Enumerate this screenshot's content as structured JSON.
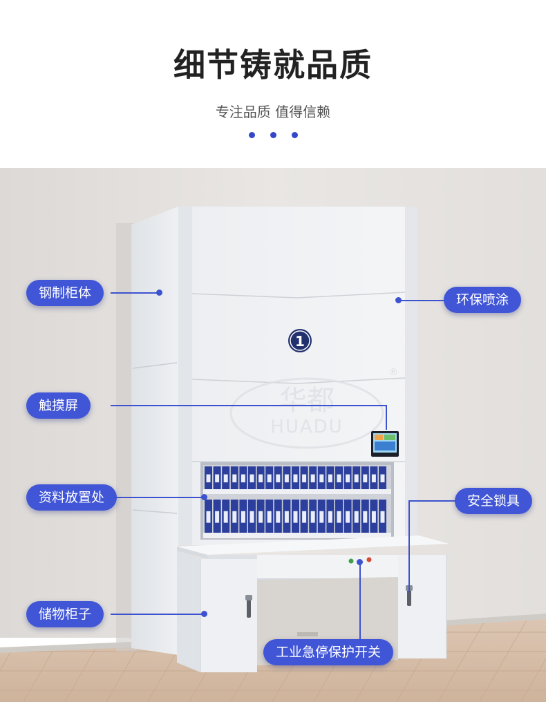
{
  "header": {
    "title": "细节铸就品质",
    "subtitle": "专注品质 值得信赖"
  },
  "product": {
    "badge_number": "1",
    "watermark_brand": "HUADU",
    "watermark_cn": "华都",
    "registered_mark": "®"
  },
  "callouts": {
    "steel_body": "钢制柜体",
    "eco_paint": "环保喷涂",
    "touch_screen": "触摸屏",
    "document_storage": "资料放置处",
    "safety_lock": "安全锁具",
    "storage_cabinet": "储物柜子",
    "emergency_stop": "工业急停保护开关"
  },
  "colors": {
    "accent": "#4156d6",
    "wall": "#e4e1de",
    "floor": "#d9c2ae",
    "cabinet": "#eceef1",
    "folder_blue": "#2c3f9c"
  }
}
